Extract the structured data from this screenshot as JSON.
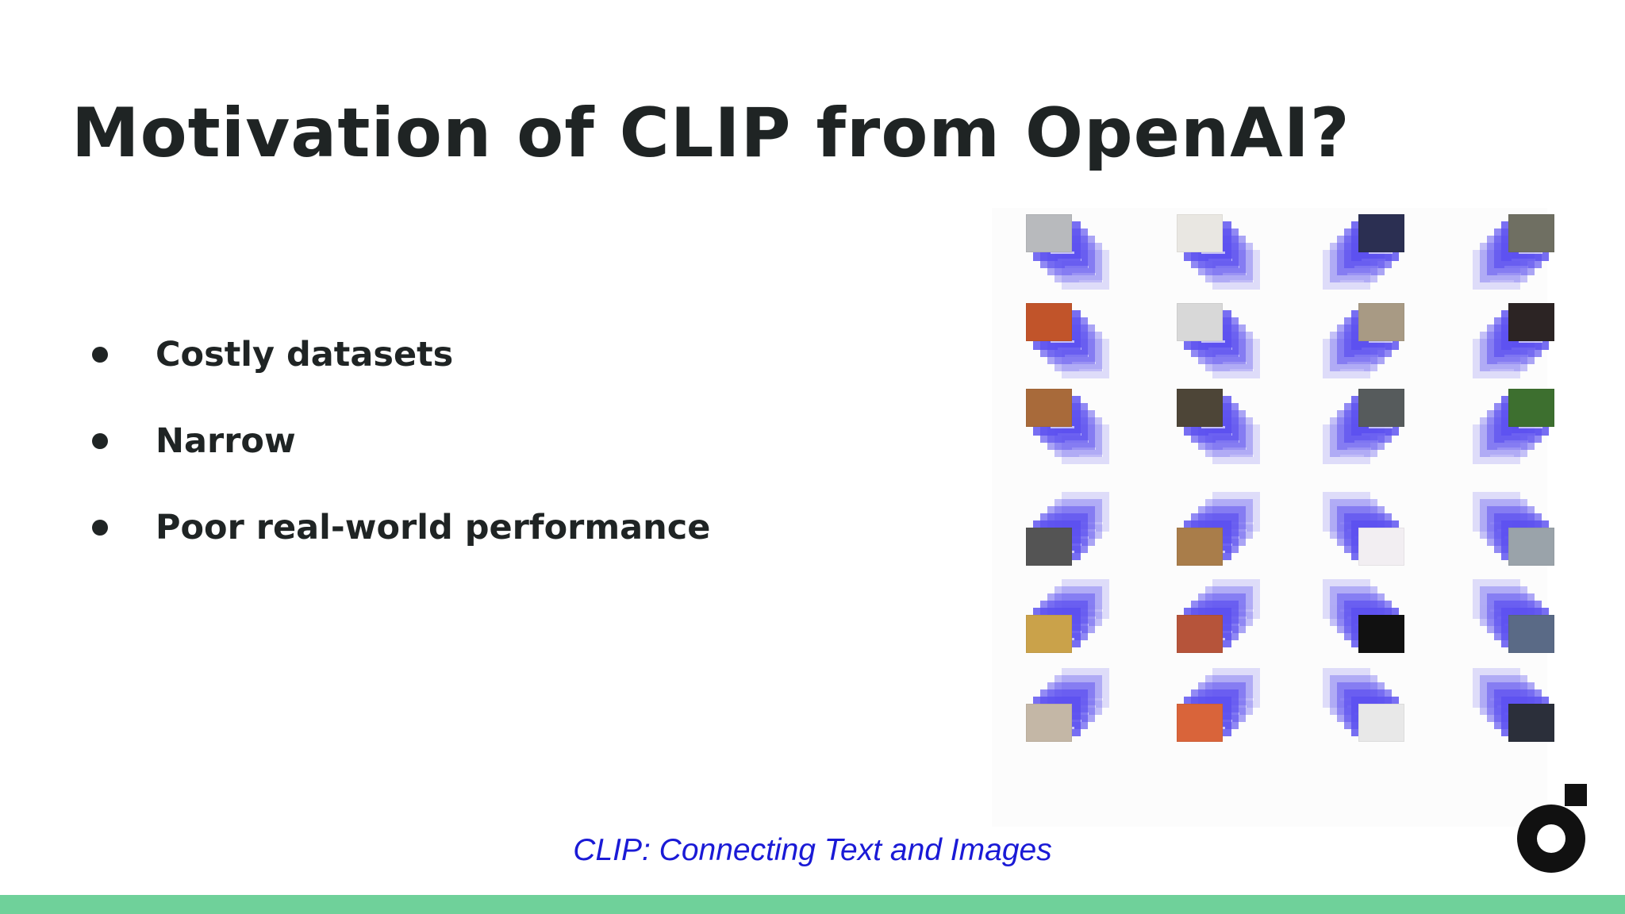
{
  "slide": {
    "title": "Motivation of CLIP from OpenAI?",
    "bullets": [
      {
        "text": "Costly datasets"
      },
      {
        "text": "Narrow"
      },
      {
        "text": "Poor real-world performance"
      }
    ],
    "caption": "CLIP: Connecting Text and Images"
  },
  "figure": {
    "description_icon": "clip-image-text-stack-grid"
  },
  "colors": {
    "title": "#1f2424",
    "caption": "#1a1ad6",
    "accent_bar": "#6fd19a",
    "stack_purple": "#5b4ff0",
    "logo": "#111111"
  }
}
